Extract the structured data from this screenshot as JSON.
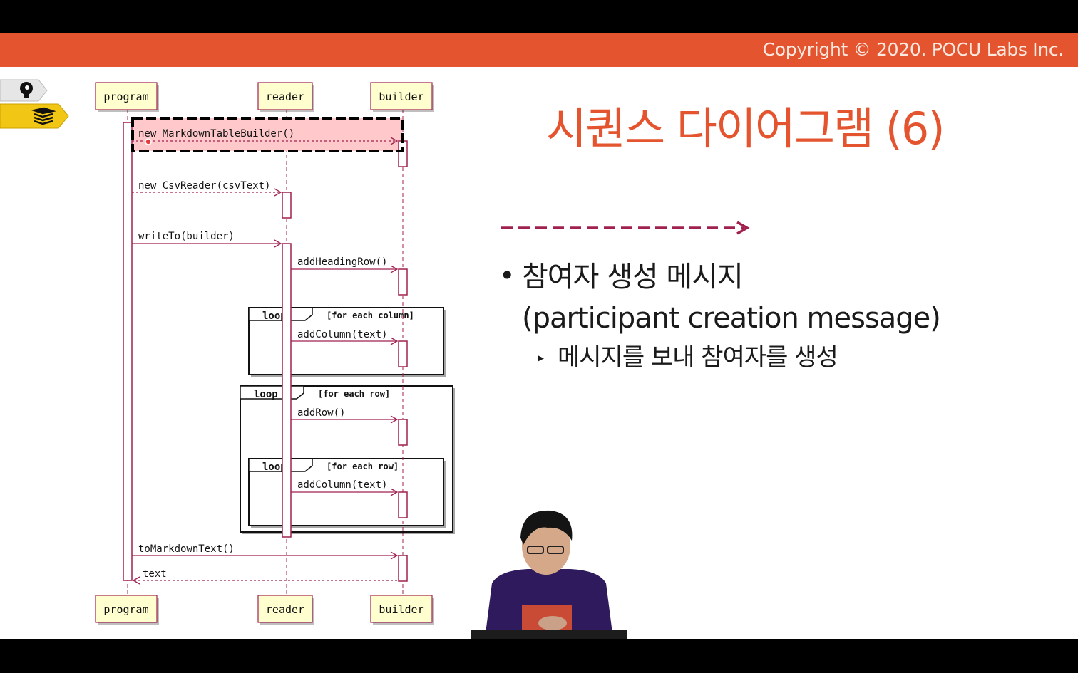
{
  "banner": {
    "copyright": "Copyright © 2020. POCU Labs Inc."
  },
  "title": "시퀀스 다이어그램 (6)",
  "icons": {
    "head": "head-icon",
    "book": "book-stack-icon"
  },
  "bullets": [
    {
      "text": "참여자 생성 메시지",
      "text2": "(participant creation message)"
    }
  ],
  "sub_bullets": [
    "메시지를 보내 참여자를 생성"
  ],
  "diagram": {
    "participants": [
      "program",
      "reader",
      "builder"
    ],
    "messages": [
      "new MarkdownTableBuilder()",
      "new CsvReader(csvText)",
      "writeTo(builder)",
      "addHeadingRow()",
      "addColumn(text)",
      "addRow()",
      "addColumn(text)",
      "toMarkdownText()",
      "text"
    ],
    "loops": [
      {
        "keyword": "loop",
        "condition": "[for each column]"
      },
      {
        "keyword": "loop",
        "condition": "[for each row]"
      },
      {
        "keyword": "loop",
        "condition": "[for each row]"
      }
    ]
  },
  "colors": {
    "banner": "#e4552f",
    "title": "#e4552f",
    "message": "#a0214f",
    "participant_fill": "#fefece",
    "highlight": "#ffc9cb"
  }
}
